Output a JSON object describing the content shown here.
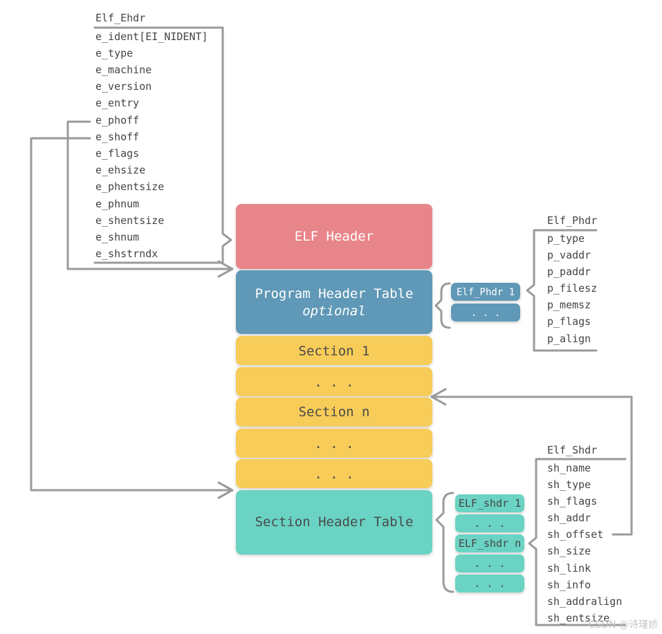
{
  "ehdr": {
    "title": "Elf_Ehdr",
    "fields": [
      "e_ident[EI_NIDENT]",
      "e_type",
      "e_machine",
      "e_version",
      "e_entry",
      "e_phoff",
      "e_shoff",
      "e_flags",
      "e_ehsize",
      "e_phentsize",
      "e_phnum",
      "e_shentsize",
      "e_shnum",
      "e_shstrndx"
    ]
  },
  "blocks": {
    "elf_header": "ELF Header",
    "pht": "Program Header Table",
    "pht_note": "optional",
    "section1": "Section 1",
    "dots1": ". . .",
    "section_n": "Section n",
    "dots2": ". . .",
    "dots3": ". . .",
    "sht": "Section Header Table"
  },
  "phdr_stack": [
    "Elf_Phdr 1",
    ". . ."
  ],
  "phdr": {
    "title": "Elf_Phdr",
    "fields": [
      "p_type",
      "p_vaddr",
      "p_paddr",
      "p_filesz",
      "p_memsz",
      "p_flags",
      "p_align"
    ]
  },
  "shdr_stack": [
    "ELF_shdr 1",
    ". . .",
    "ELF_shdr n",
    ". . .",
    ". . ."
  ],
  "shdr": {
    "title": "Elf_Shdr",
    "fields": [
      "sh_name",
      "sh_type",
      "sh_flags",
      "sh_addr",
      "sh_offset",
      "sh_size",
      "sh_link",
      "sh_info",
      "sh_addralign",
      "sh_entsize"
    ]
  },
  "colors": {
    "elf_header": "#e8858a",
    "pht": "#6098b7",
    "section": "#f7cc58",
    "sht": "#6bd3c3",
    "connector": "#9a9a9a"
  },
  "watermark": "CSDN @诗瑾娇"
}
